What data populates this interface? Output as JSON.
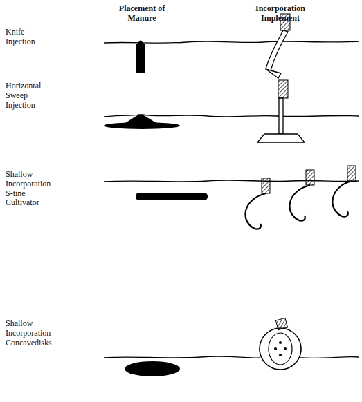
{
  "diagram": {
    "labels": [
      "Placement of Manure",
      "Incorporation Implement",
      "Knife Injection",
      "Horizontal Sweep Injection",
      "Shallow Incorporation S-tine Cultivator",
      "Shallow Incorporation Concavedisks"
    ]
  }
}
